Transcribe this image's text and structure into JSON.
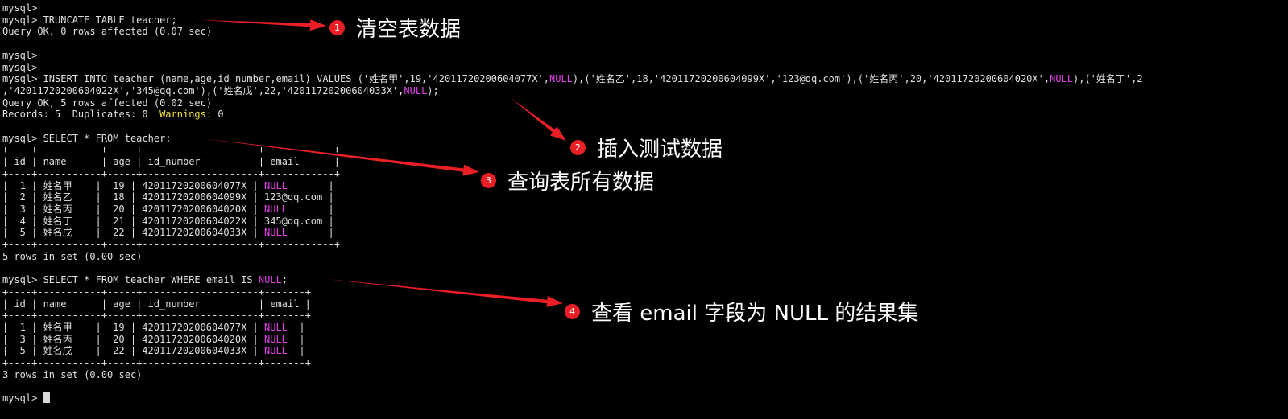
{
  "terminal": {
    "lines": [
      {
        "segments": [
          {
            "text": "mysql>"
          }
        ]
      },
      {
        "segments": [
          {
            "text": "mysql> TRUNCATE TABLE teacher;"
          }
        ]
      },
      {
        "segments": [
          {
            "text": "Query OK, 0 rows affected (0.07 sec)"
          }
        ]
      },
      {
        "segments": [
          {
            "text": ""
          }
        ]
      },
      {
        "segments": [
          {
            "text": "mysql>"
          }
        ]
      },
      {
        "segments": [
          {
            "text": "mysql>"
          }
        ]
      },
      {
        "segments": [
          {
            "text": "mysql> INSERT INTO teacher (name,age,id_number,email) VALUES ('姓名甲',19,'42011720200604077X',"
          },
          {
            "text": "NULL",
            "style": "null"
          },
          {
            "text": "),('姓名乙',18,'42011720200604099X','123@qq.com'),('姓名丙',20,'42011720200604020X',"
          },
          {
            "text": "NULL",
            "style": "null"
          },
          {
            "text": "),('姓名丁',2"
          }
        ]
      },
      {
        "segments": [
          {
            "text": ",'42011720200604022X','345@qq.com'),('姓名戊',22,'42011720200604033X',"
          },
          {
            "text": "NULL",
            "style": "null"
          },
          {
            "text": ");"
          }
        ]
      },
      {
        "segments": [
          {
            "text": "Query OK, 5 rows affected (0.02 sec)"
          }
        ]
      },
      {
        "segments": [
          {
            "text": "Records: 5  Duplicates: 0  "
          },
          {
            "text": "Warnings:",
            "style": "warn"
          },
          {
            "text": " 0"
          }
        ]
      },
      {
        "segments": [
          {
            "text": ""
          }
        ]
      },
      {
        "segments": [
          {
            "text": "mysql> SELECT * FROM teacher;"
          }
        ]
      },
      {
        "segments": [
          {
            "text": "+----+-----------+-----+--------------------+------------+"
          }
        ]
      },
      {
        "segments": [
          {
            "text": "| id | name      | age | id_number          | email      |"
          }
        ]
      },
      {
        "segments": [
          {
            "text": "+----+-----------+-----+--------------------+------------+"
          }
        ]
      },
      {
        "segments": [
          {
            "text": "|  1 | 姓名甲    |  19 | 42011720200604077X | "
          },
          {
            "text": "NULL",
            "style": "null"
          },
          {
            "text": "       |"
          }
        ]
      },
      {
        "segments": [
          {
            "text": "|  2 | 姓名乙    |  18 | 42011720200604099X | 123@qq.com |"
          }
        ]
      },
      {
        "segments": [
          {
            "text": "|  3 | 姓名丙    |  20 | 42011720200604020X | "
          },
          {
            "text": "NULL",
            "style": "null"
          },
          {
            "text": "       |"
          }
        ]
      },
      {
        "segments": [
          {
            "text": "|  4 | 姓名丁    |  21 | 42011720200604022X | 345@qq.com |"
          }
        ]
      },
      {
        "segments": [
          {
            "text": "|  5 | 姓名戊    |  22 | 42011720200604033X | "
          },
          {
            "text": "NULL",
            "style": "null"
          },
          {
            "text": "       |"
          }
        ]
      },
      {
        "segments": [
          {
            "text": "+----+-----------+-----+--------------------+------------+"
          }
        ]
      },
      {
        "segments": [
          {
            "text": "5 rows in set (0.00 sec)"
          }
        ]
      },
      {
        "segments": [
          {
            "text": ""
          }
        ]
      },
      {
        "segments": [
          {
            "text": "mysql> SELECT * FROM teacher WHERE email IS "
          },
          {
            "text": "NULL",
            "style": "null"
          },
          {
            "text": ";"
          }
        ]
      },
      {
        "segments": [
          {
            "text": "+----+-----------+-----+--------------------+-------+"
          }
        ]
      },
      {
        "segments": [
          {
            "text": "| id | name      | age | id_number          | email |"
          }
        ]
      },
      {
        "segments": [
          {
            "text": "+----+-----------+-----+--------------------+-------+"
          }
        ]
      },
      {
        "segments": [
          {
            "text": "|  1 | 姓名甲    |  19 | 42011720200604077X | "
          },
          {
            "text": "NULL",
            "style": "null"
          },
          {
            "text": "  |"
          }
        ]
      },
      {
        "segments": [
          {
            "text": "|  3 | 姓名丙    |  20 | 42011720200604020X | "
          },
          {
            "text": "NULL",
            "style": "null"
          },
          {
            "text": "  |"
          }
        ]
      },
      {
        "segments": [
          {
            "text": "|  5 | 姓名戊    |  22 | 42011720200604033X | "
          },
          {
            "text": "NULL",
            "style": "null"
          },
          {
            "text": "  |"
          }
        ]
      },
      {
        "segments": [
          {
            "text": "+----+-----------+-----+--------------------+-------+"
          }
        ]
      },
      {
        "segments": [
          {
            "text": "3 rows in set (0.00 sec)"
          }
        ]
      },
      {
        "segments": [
          {
            "text": ""
          }
        ]
      },
      {
        "segments": [
          {
            "text": "mysql> "
          }
        ],
        "cursor": true
      }
    ]
  },
  "annotations": [
    {
      "number": "1",
      "label": "清空表数据"
    },
    {
      "number": "2",
      "label": "插入测试数据"
    },
    {
      "number": "3",
      "label": "查询表所有数据"
    },
    {
      "number": "4",
      "label": "查看 email 字段为 NULL 的结果集"
    }
  ],
  "colors": {
    "background": "#000000",
    "text": "#e0e0e0",
    "null_keyword": "#e040e8",
    "warnings_keyword": "#f0e040",
    "annotation_red": "#ea1f25",
    "annotation_text": "#ffffff"
  }
}
